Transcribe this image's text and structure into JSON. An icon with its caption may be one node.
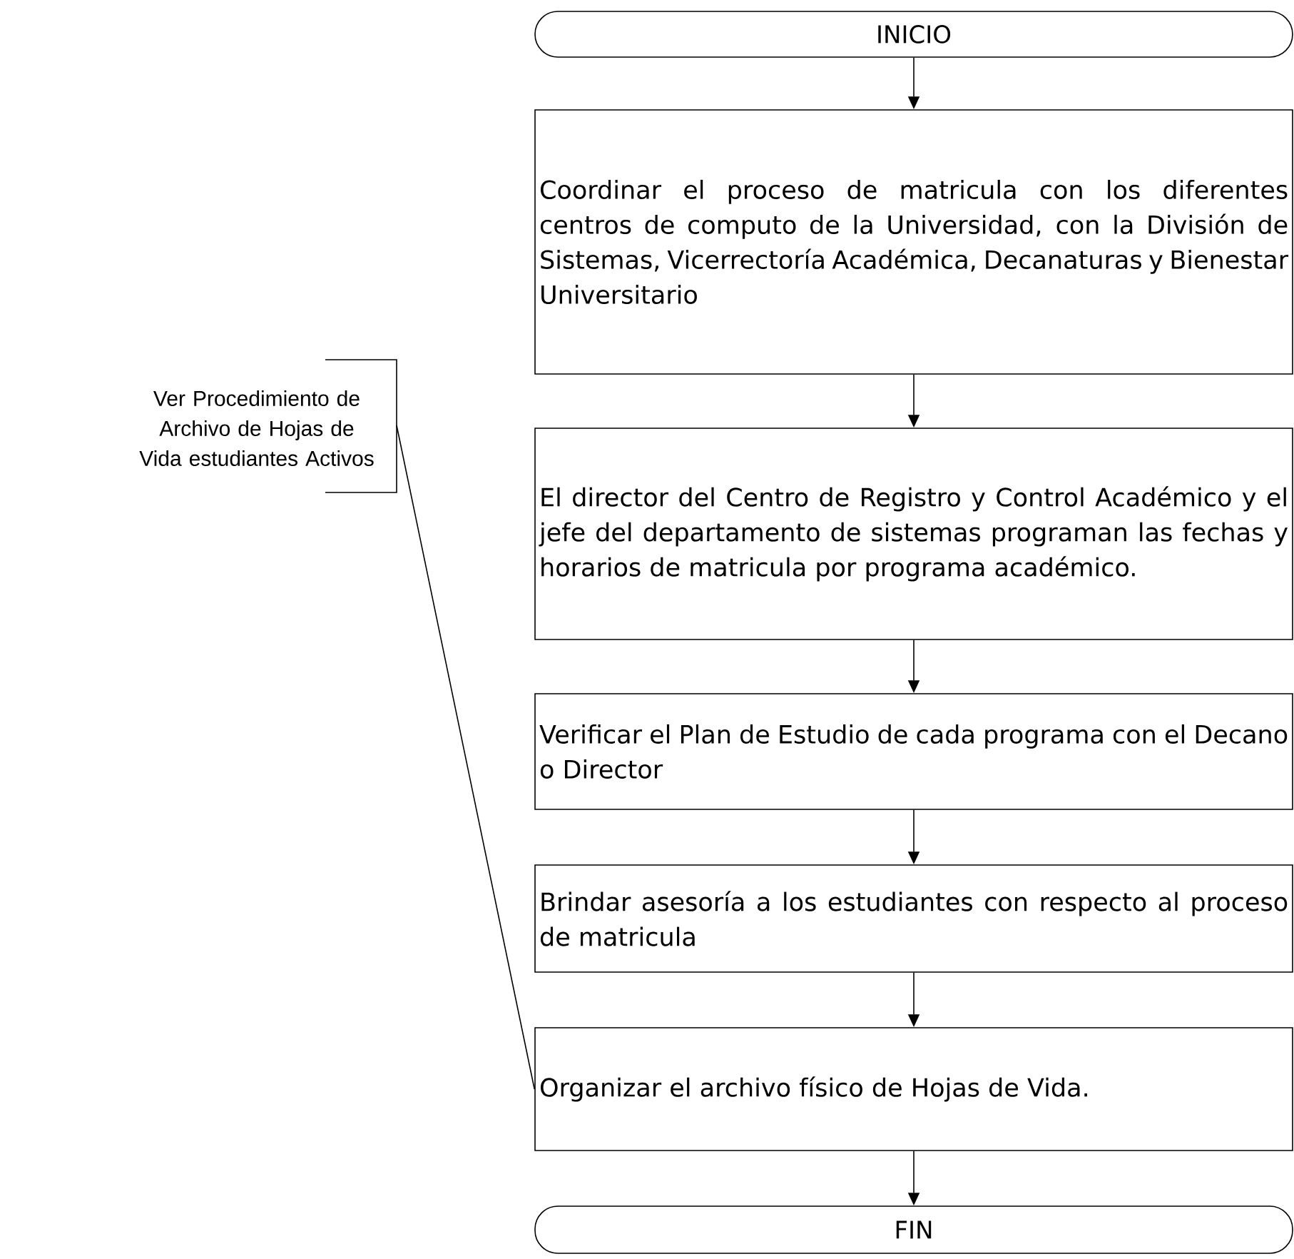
{
  "diagram": {
    "nodes": [
      {
        "text": [
          "INICIO"
        ]
      },
      {
        "text": [
          "Coordinar el proceso de matricula con los diferentes centros de computo de la Universidad, con la División de Sistemas, Vicerrectoría Académica, Decanaturas y Bienestar Universitario"
        ]
      },
      {
        "text": [
          "El director del Centro de Registro y Control Académico y el jefe del departamento de sistemas programan las fechas y horarios de matricula por programa académico."
        ]
      },
      {
        "text": [
          "Verificar el Plan de Estudio de cada programa con el Decano o Director"
        ]
      },
      {
        "text": [
          "Brindar asesoría a los estudiantes con respecto al proceso de matricula"
        ]
      },
      {
        "text": [
          "Organizar el archivo físico de Hojas de Vida."
        ]
      },
      {
        "text": [
          "FIN"
        ]
      },
      {
        "text": [
          "Ver Procedimiento de Archivo de Hojas de Vida estudiantes Activos"
        ]
      }
    ],
    "edges": [
      {
        "from": 0,
        "to": 1,
        "arrow": "to"
      },
      {
        "from": 1,
        "to": 2,
        "arrow": "to"
      },
      {
        "from": 2,
        "to": 3,
        "arrow": "to"
      },
      {
        "from": 3,
        "to": 4,
        "arrow": "to"
      },
      {
        "from": 4,
        "to": 5,
        "arrow": "to"
      },
      {
        "from": 5,
        "to": 6,
        "arrow": "to"
      },
      {
        "from": 7,
        "to": 5,
        "arrow": "none"
      }
    ]
  }
}
